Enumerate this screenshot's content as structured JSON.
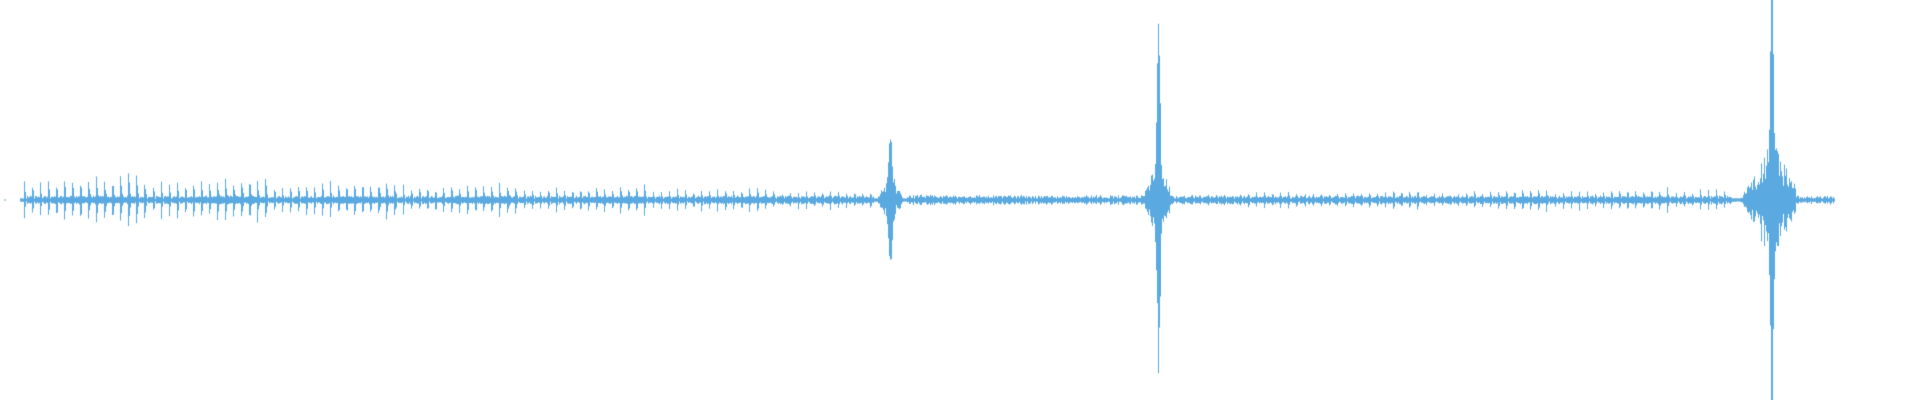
{
  "waveform": {
    "color": "#5aa9e0",
    "background": "#ffffff",
    "duration_fraction_end": 0.955,
    "segments": [
      {
        "name": "pulse-train-1",
        "start": 0.012,
        "end": 0.455,
        "kind": "pulses",
        "spacing": 0.0042,
        "amp_start": 0.07,
        "amp_end": 0.025,
        "pulse_width": 0.0016
      },
      {
        "name": "burst-1",
        "start": 0.457,
        "end": 0.472,
        "kind": "burst",
        "peak_at": 0.4635,
        "peak_amp": 0.17,
        "body_amp": 0.06
      },
      {
        "name": "quiet-1",
        "start": 0.472,
        "end": 0.595,
        "kind": "noise",
        "amp": 0.012
      },
      {
        "name": "burst-2",
        "start": 0.595,
        "end": 0.612,
        "kind": "burst",
        "peak_at": 0.603,
        "peak_amp": 0.37,
        "body_amp": 0.11
      },
      {
        "name": "pulse-train-2",
        "start": 0.612,
        "end": 0.902,
        "kind": "pulses",
        "spacing": 0.0042,
        "amp_start": 0.02,
        "amp_end": 0.035,
        "pulse_width": 0.0016
      },
      {
        "name": "burst-3",
        "start": 0.902,
        "end": 0.935,
        "kind": "burst",
        "peak_at": 0.9225,
        "peak_amp": 0.52,
        "body_amp": 0.14
      },
      {
        "name": "tail",
        "start": 0.935,
        "end": 0.955,
        "kind": "noise",
        "amp": 0.01
      }
    ]
  }
}
